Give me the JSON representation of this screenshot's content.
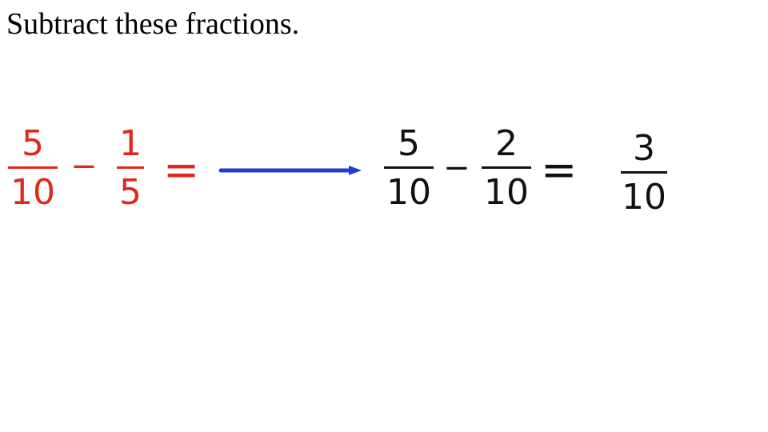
{
  "title": "Subtract these fractions.",
  "left_expression": {
    "fraction_a": {
      "numerator": "5",
      "denominator": "10"
    },
    "minus": "−",
    "fraction_b": {
      "numerator": "1",
      "denominator": "5"
    },
    "equals": "="
  },
  "right_expression": {
    "fraction_a": {
      "numerator": "5",
      "denominator": "10"
    },
    "minus": "−",
    "fraction_b": {
      "numerator": "2",
      "denominator": "10"
    },
    "equals": "=",
    "result": {
      "numerator": "3",
      "denominator": "10"
    }
  },
  "colors": {
    "left_expression": "#e0281e",
    "right_expression": "#111111",
    "arrow": "#1f3fd6"
  },
  "arrow_icon": "right-arrow-icon"
}
